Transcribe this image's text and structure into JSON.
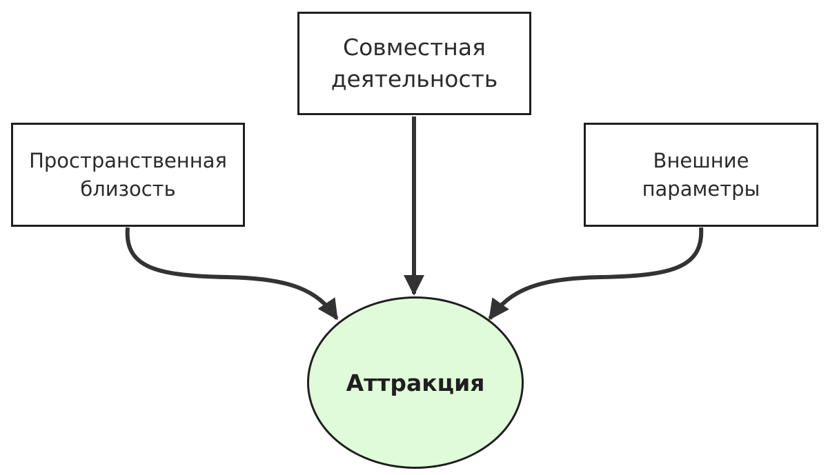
{
  "nodes": {
    "spatial": {
      "lines": [
        "Пространственная",
        "близость"
      ]
    },
    "joint": {
      "lines": [
        "Совместная",
        "деятельность"
      ]
    },
    "external": {
      "lines": [
        "Внешние",
        "параметры"
      ]
    },
    "target": {
      "label": "Аттракция"
    }
  },
  "colors": {
    "stroke": "#1f1f1f",
    "arrow": "#333333",
    "target_fill": "#e0fbd9",
    "text": "#2b2b2b"
  }
}
